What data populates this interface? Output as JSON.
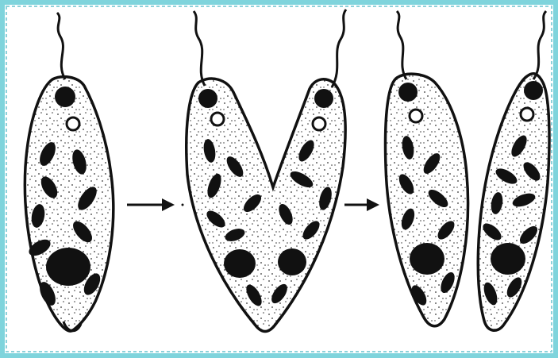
{
  "figure": {
    "border_color": "#7fd4dc",
    "border_accent": "#3fb3c2",
    "ink_color": "#111111",
    "paper_color": "#ffffff"
  },
  "stages": [
    {
      "name": "single-cell",
      "icon": "euglena-cell"
    },
    {
      "name": "dividing-cell",
      "icon": "euglena-dividing"
    },
    {
      "name": "two-daughter-cells",
      "icon": "euglena-daughters"
    }
  ],
  "arrows": [
    {
      "name": "arrow-1",
      "icon": "right-arrow"
    },
    {
      "name": "arrow-2",
      "icon": "right-arrow"
    }
  ]
}
